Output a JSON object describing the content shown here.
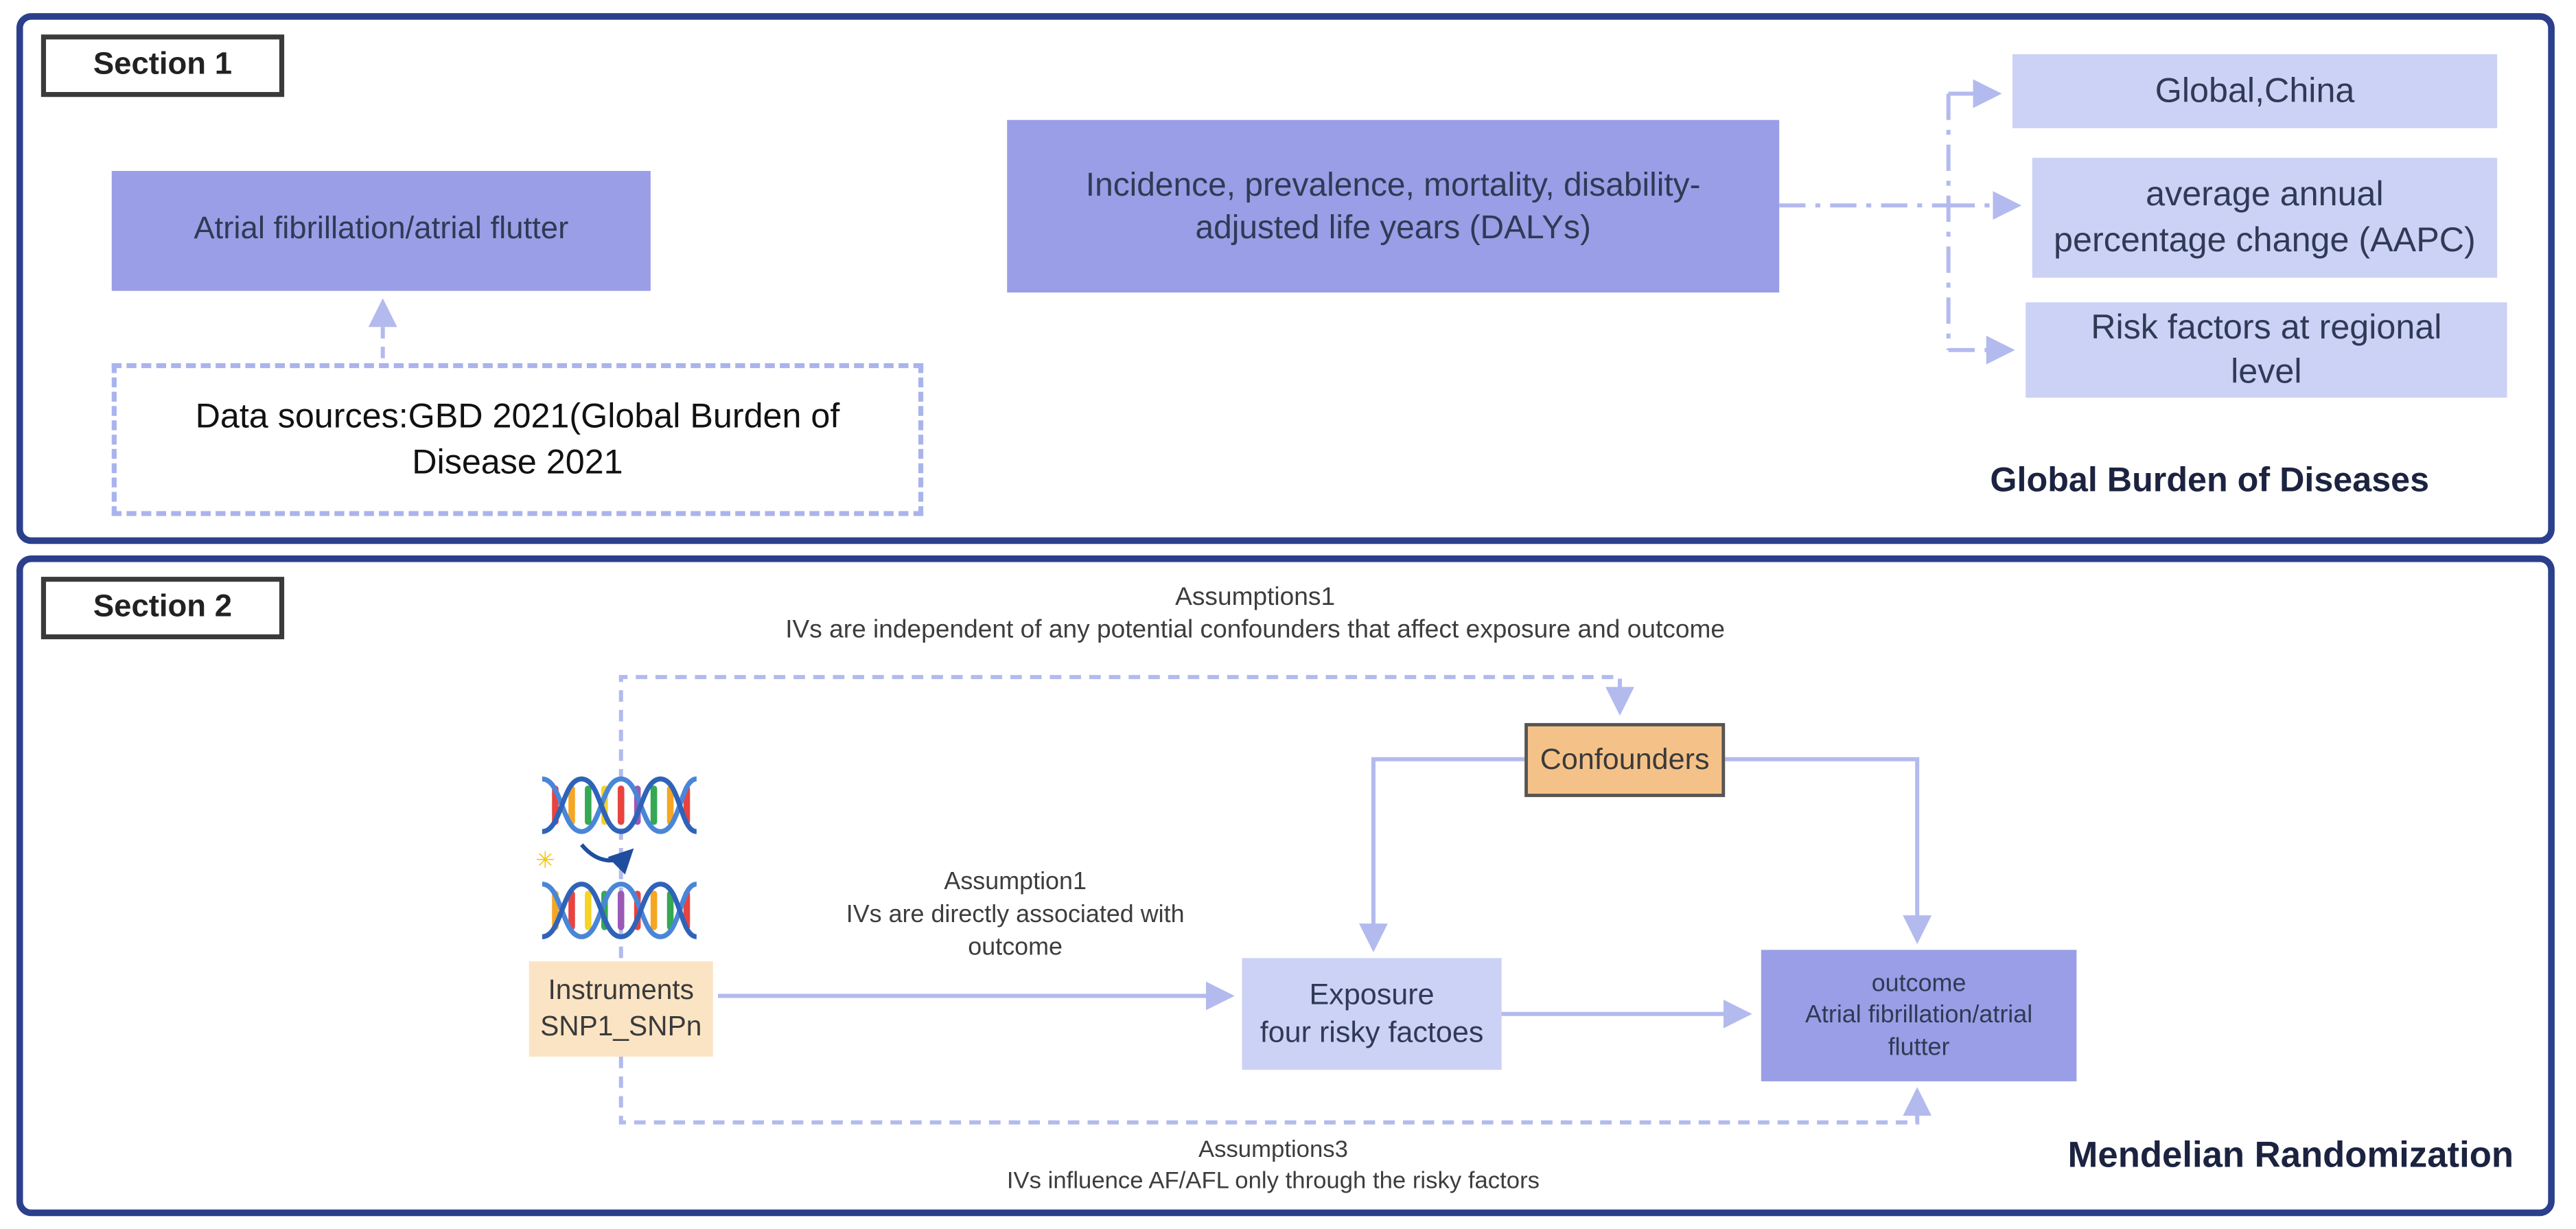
{
  "colors": {
    "panel_border": "#2b3f8c",
    "box_purple": "#9a9ee6",
    "box_light_purple": "#ccd1f6",
    "box_orange": "#f4c289",
    "box_light_orange": "#fbe4c4",
    "connector": "#b3baee",
    "title_text": "#1c2340"
  },
  "section1": {
    "label": "Section 1",
    "af_flutter_box": "Atrial fibrillation/atrial flutter",
    "data_sources_box": "Data sources:GBD 2021(Global Burden of\nDisease 2021",
    "measures_box": "Incidence, prevalence, mortality,  disability-\nadjusted life years (DALYs)",
    "output_boxes": [
      "Global,China",
      "average annual\npercentage change (AAPC)",
      "Risk factors at regional\nlevel"
    ],
    "title": "Global Burden of Diseases"
  },
  "section2": {
    "label": "Section 2",
    "assumption_top": "Assumptions1\nIVs are independent of any potential confounders that affect exposure and outcome",
    "assumption_mid": "Assumption1\nIVs are directly associated with\noutcome",
    "assumption_bottom": "Assumptions3\nIVs influence AF/AFL only through the risky factors",
    "confounders_box": "Confounders",
    "instruments_box": "Instruments\nSNP1_SNPn",
    "exposure_box": "Exposure\nfour risky factoes",
    "outcome_box": "outcome\nAtrial fibrillation/atrial\nflutter",
    "title": "Mendelian Randomization"
  },
  "icons": {
    "dna": "dna-icon"
  }
}
